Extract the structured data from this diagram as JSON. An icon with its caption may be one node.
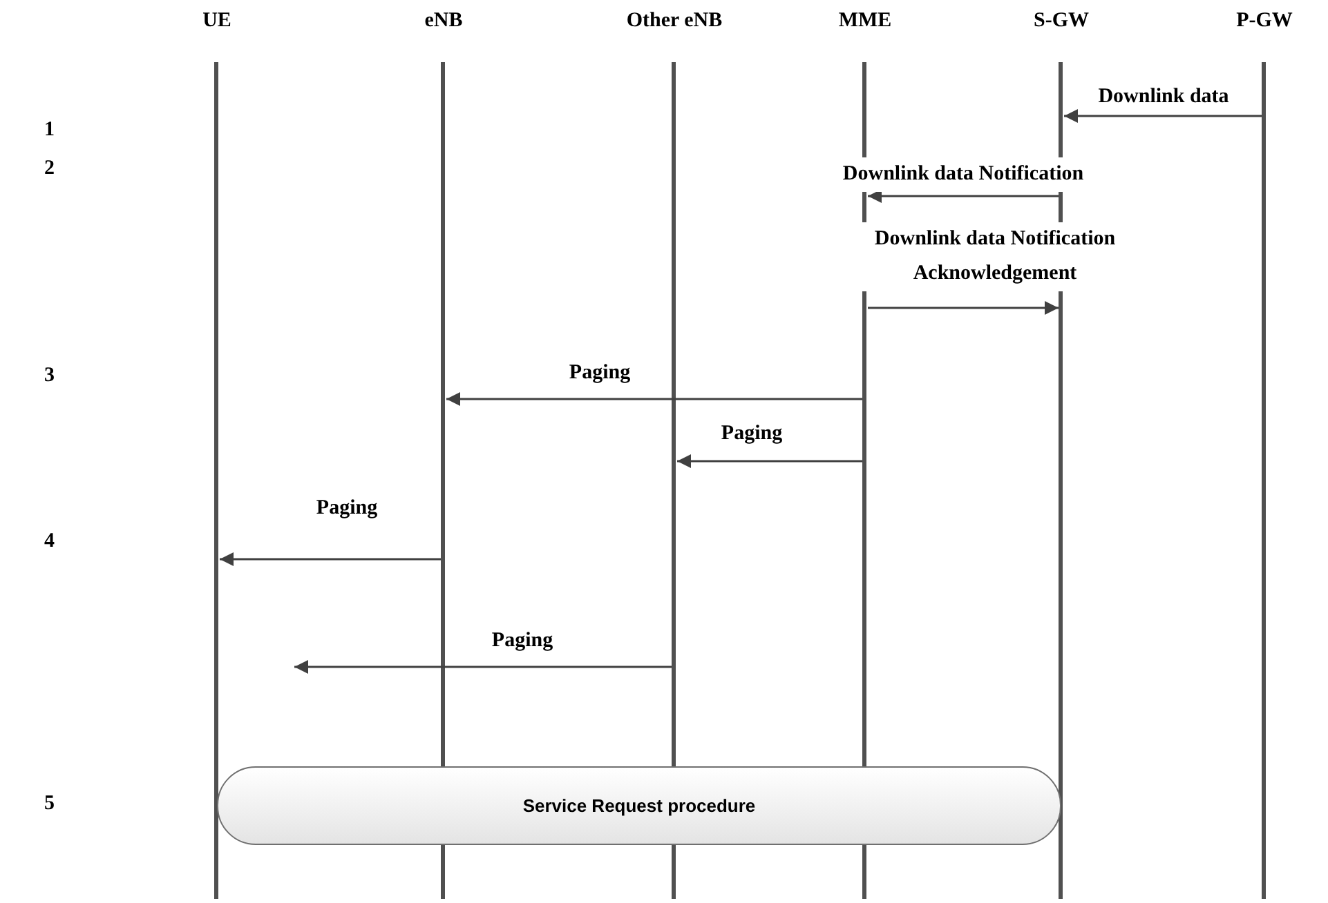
{
  "diagram": {
    "nodes": [
      {
        "text": [
          "UE"
        ]
      },
      {
        "text": [
          "eNB"
        ]
      },
      {
        "text": [
          "Other eNB"
        ]
      },
      {
        "text": [
          "MME"
        ]
      },
      {
        "text": [
          "S-GW"
        ]
      },
      {
        "text": [
          "P-GW"
        ]
      },
      {
        "text": [
          "Service Request procedure"
        ]
      }
    ],
    "edges": [
      {
        "from": 5,
        "to": 4,
        "arrow": "to",
        "label": "Downlink data"
      },
      {
        "from": 4,
        "to": 3,
        "arrow": "to",
        "label": "Downlink data Notification"
      },
      {
        "from": 3,
        "to": 4,
        "arrow": "to",
        "label": "Downlink data Notification Acknowledgement"
      },
      {
        "from": 3,
        "to": 1,
        "arrow": "to",
        "label": "Paging"
      },
      {
        "from": 3,
        "to": 2,
        "arrow": "to",
        "label": "Paging"
      },
      {
        "from": 1,
        "to": 0,
        "arrow": "to",
        "label": "Paging"
      },
      {
        "from": 2,
        "to": null,
        "arrow": "to",
        "label": "Paging"
      }
    ],
    "labels": [
      "1",
      "2",
      "3",
      "4",
      "5"
    ]
  }
}
